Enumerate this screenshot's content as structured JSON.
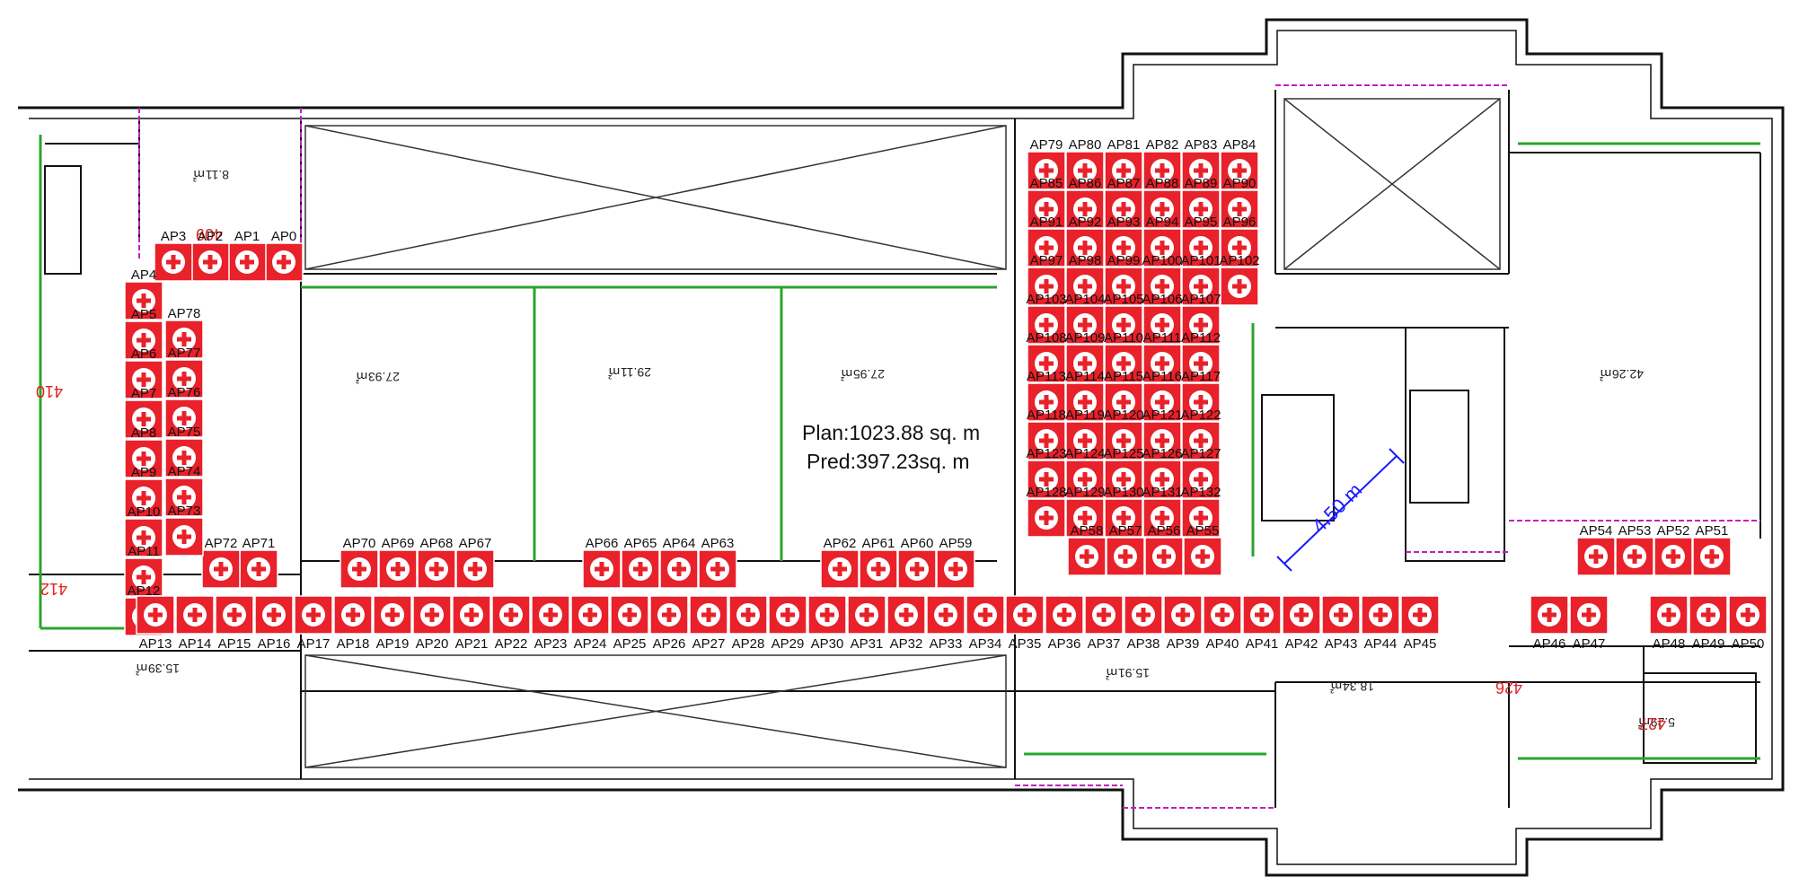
{
  "plan_area": "Plan:1023.88 sq. m",
  "pred_area": "Pred:397.23sq. m",
  "dimension": "4.50 m",
  "room_tags": [
    "409",
    "410",
    "412",
    "426",
    "427"
  ],
  "room_areas": [
    "27.93㎡",
    "29.11㎡",
    "27.95㎡",
    "42.26㎡",
    "15.39㎡",
    "15.91㎡",
    "18.34㎡",
    "8.11㎡",
    "5.29㎡"
  ],
  "ap_labels": [
    "AP0",
    "AP1",
    "AP2",
    "AP3",
    "AP4",
    "AP5",
    "AP6",
    "AP7",
    "AP8",
    "AP9",
    "AP10",
    "AP11",
    "AP12",
    "AP13",
    "AP14",
    "AP15",
    "AP16",
    "AP17",
    "AP18",
    "AP19",
    "AP20",
    "AP21",
    "AP22",
    "AP23",
    "AP24",
    "AP25",
    "AP26",
    "AP27",
    "AP28",
    "AP29",
    "AP30",
    "AP31",
    "AP32",
    "AP33",
    "AP34",
    "AP35",
    "AP36",
    "AP37",
    "AP38",
    "AP39",
    "AP40",
    "AP41",
    "AP42",
    "AP43",
    "AP44",
    "AP45",
    "AP46",
    "AP47",
    "AP48",
    "AP49",
    "AP50",
    "AP51",
    "AP52",
    "AP53",
    "AP54",
    "AP55",
    "AP56",
    "AP57",
    "AP58",
    "AP59",
    "AP60",
    "AP61",
    "AP62",
    "AP63",
    "AP64",
    "AP65",
    "AP66",
    "AP67",
    "AP68",
    "AP69",
    "AP70",
    "AP71",
    "AP72",
    "AP73",
    "AP74",
    "AP75",
    "AP76",
    "AP77",
    "AP78",
    "AP79",
    "AP80",
    "AP81",
    "AP82",
    "AP83",
    "AP84",
    "AP85",
    "AP86",
    "AP87",
    "AP88",
    "AP89",
    "AP90",
    "AP91",
    "AP92",
    "AP93",
    "AP94",
    "AP95",
    "AP96",
    "AP97",
    "AP98",
    "AP99",
    "AP100",
    "AP101",
    "AP102",
    "AP103",
    "AP104",
    "AP105",
    "AP106",
    "AP107",
    "AP108",
    "AP109",
    "AP110",
    "AP111",
    "AP112",
    "AP113",
    "AP114",
    "AP115",
    "AP116",
    "AP117",
    "AP118",
    "AP119",
    "AP120",
    "AP121",
    "AP122",
    "AP123",
    "AP124",
    "AP125",
    "AP126",
    "AP127",
    "AP128",
    "AP129",
    "AP130",
    "AP131",
    "AP132"
  ],
  "colors": {
    "marker": "#e8212a",
    "wall": "#111111",
    "green_line": "#2aa52a",
    "magenta_line": "#c020c0",
    "dimension": "#1a1aff"
  }
}
